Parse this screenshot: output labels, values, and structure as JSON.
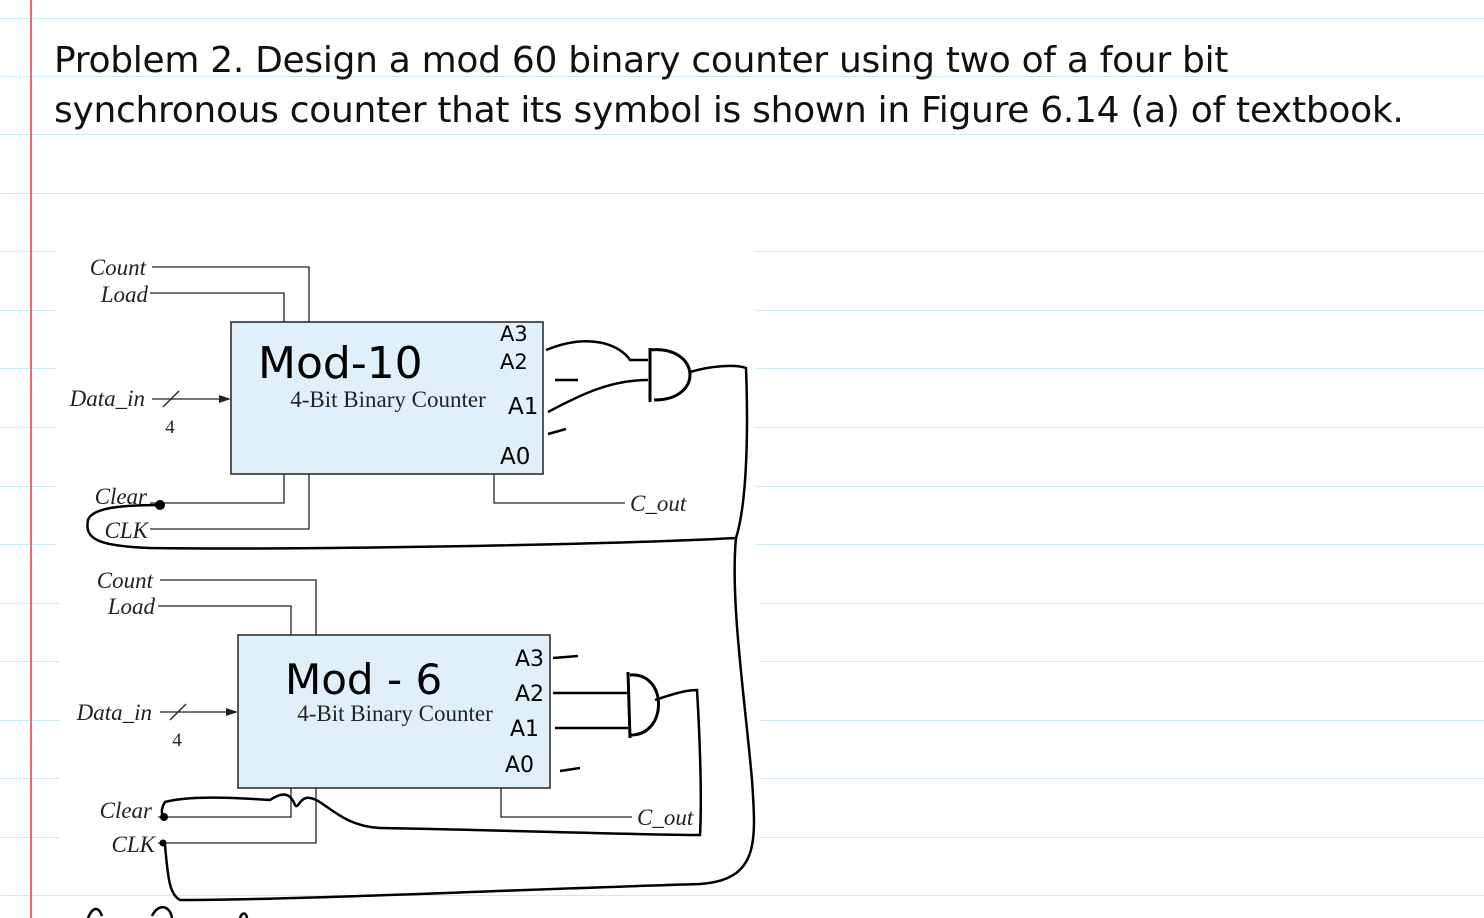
{
  "problem": {
    "line1": "Problem 2. Design a mod 60 binary counter using two of a four bit",
    "line2": "synchronous counter that its symbol is shown in Figure 6.14 (a) of textbook."
  },
  "counter_top": {
    "handwritten_title": "Mod-10",
    "label": "4-Bit Binary Counter",
    "input_count": "Count",
    "input_load": "Load",
    "input_data": "Data_in",
    "bus_width": "4",
    "input_clear": "Clear",
    "input_clk": "CLK",
    "output_carry": "C_out",
    "outputs": [
      "A3",
      "A2",
      "A1",
      "A0"
    ]
  },
  "counter_bottom": {
    "handwritten_title": "Mod - 6",
    "label": "4-Bit Binary Counter",
    "input_count": "Count",
    "input_load": "Load",
    "input_data": "Data_in",
    "bus_width": "4",
    "input_clear": "Clear",
    "input_clk": "CLK",
    "output_carry": "C_out",
    "outputs": [
      "A3",
      "A2",
      "A1",
      "A0"
    ]
  },
  "colors": {
    "ruled_line": "#cfe6f3",
    "margin_line": "#e56b73",
    "counter_fill": "#dff0fa",
    "ink": "#000000"
  }
}
